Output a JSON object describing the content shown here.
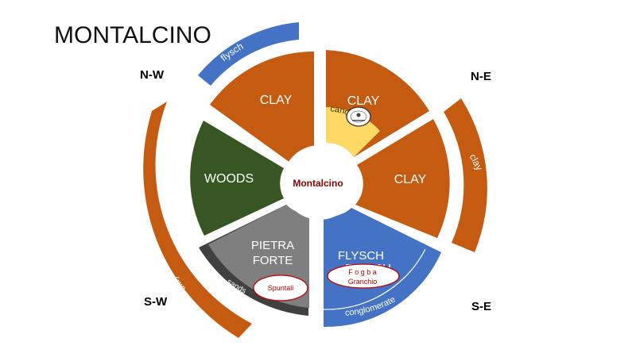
{
  "title": "MONTALCINO",
  "center_label": "Montalcino",
  "directions": {
    "nw": "N-W",
    "ne": "N-E",
    "sw": "S-W",
    "se": "S-E"
  },
  "sectors": {
    "nw": {
      "label": "CLAY",
      "color": "#c55a11"
    },
    "ne": {
      "label": "CLAY",
      "color": "#c55a11",
      "sub_label": "candicchi",
      "sub_color": "#ffd966"
    },
    "e": {
      "label": "CLAY",
      "color": "#c55a11"
    },
    "w": {
      "label": "WOODS",
      "color": "#375623"
    },
    "sw": {
      "label_line1": "PIETRA",
      "label_line2": "FORTE",
      "color": "#7f7f7f",
      "sub_label": "sands",
      "sub_color": "#404040"
    },
    "se": {
      "label_line1": "FLYSCH",
      "label_line2": "FLYSCH",
      "color": "#4472c4",
      "sub_label": "conglomerate"
    }
  },
  "outer_bands": {
    "nw": {
      "label": "flysch",
      "color": "#4472c4"
    },
    "ne": {
      "label": "clay",
      "color": "#c55a11"
    },
    "sw": {
      "label": "clay",
      "color": "#c55a11"
    }
  },
  "callouts": {
    "spuntali": "Spuntali",
    "fogo_line1": "F o g  b a",
    "fogo_line2": "Granchio"
  },
  "colors": {
    "callout_text": "#c00000",
    "center_text": "#8b0000"
  }
}
